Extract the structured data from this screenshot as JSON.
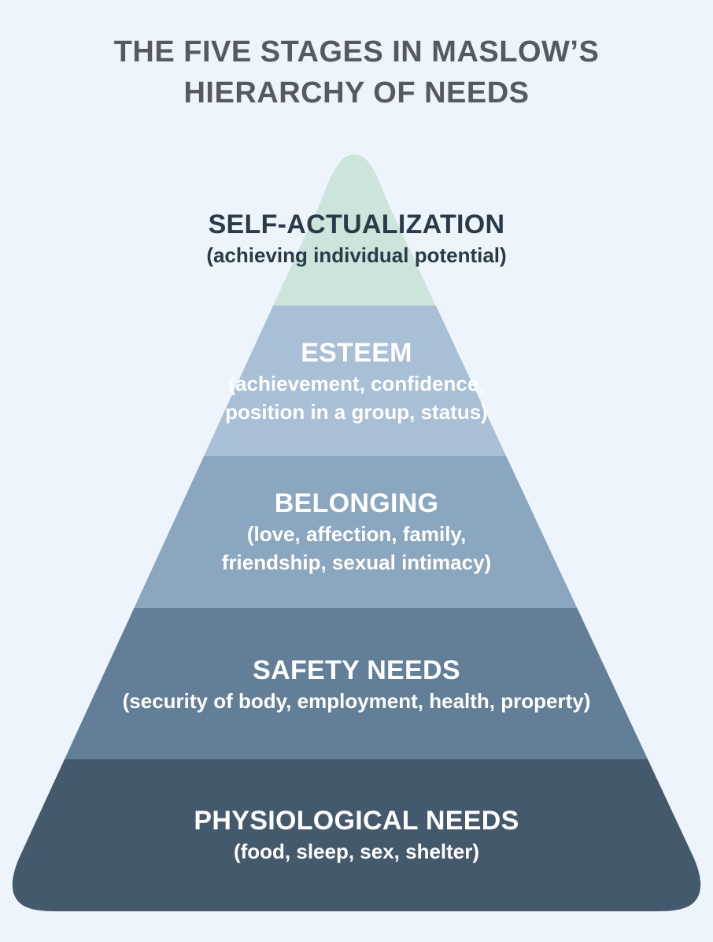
{
  "title": {
    "line1": "THE FIVE STAGES IN MASLOW’S",
    "line2": "HIERARCHY OF NEEDS"
  },
  "levels": [
    {
      "name": "SELF-ACTUALIZATION",
      "desc": [
        "(achieving individual potential)"
      ],
      "fill": "#cde4dc",
      "text_color": "#2b3a48"
    },
    {
      "name": "ESTEEM",
      "desc": [
        "(achievement, confidence,",
        "position in a group, status)"
      ],
      "fill": "#a8bfd6",
      "text_color": "#ffffff"
    },
    {
      "name": "BELONGING",
      "desc": [
        "(love, affection, family,",
        "friendship, sexual intimacy)"
      ],
      "fill": "#8ba6bf",
      "text_color": "#ffffff"
    },
    {
      "name": "SAFETY NEEDS",
      "desc": [
        "(security of body, employment, health, property)"
      ],
      "fill": "#637f97",
      "text_color": "#ffffff"
    },
    {
      "name": "PHYSIOLOGICAL NEEDS",
      "desc": [
        "(food, sleep, sex, shelter)"
      ],
      "fill": "#44596c",
      "text_color": "#ffffff"
    }
  ]
}
